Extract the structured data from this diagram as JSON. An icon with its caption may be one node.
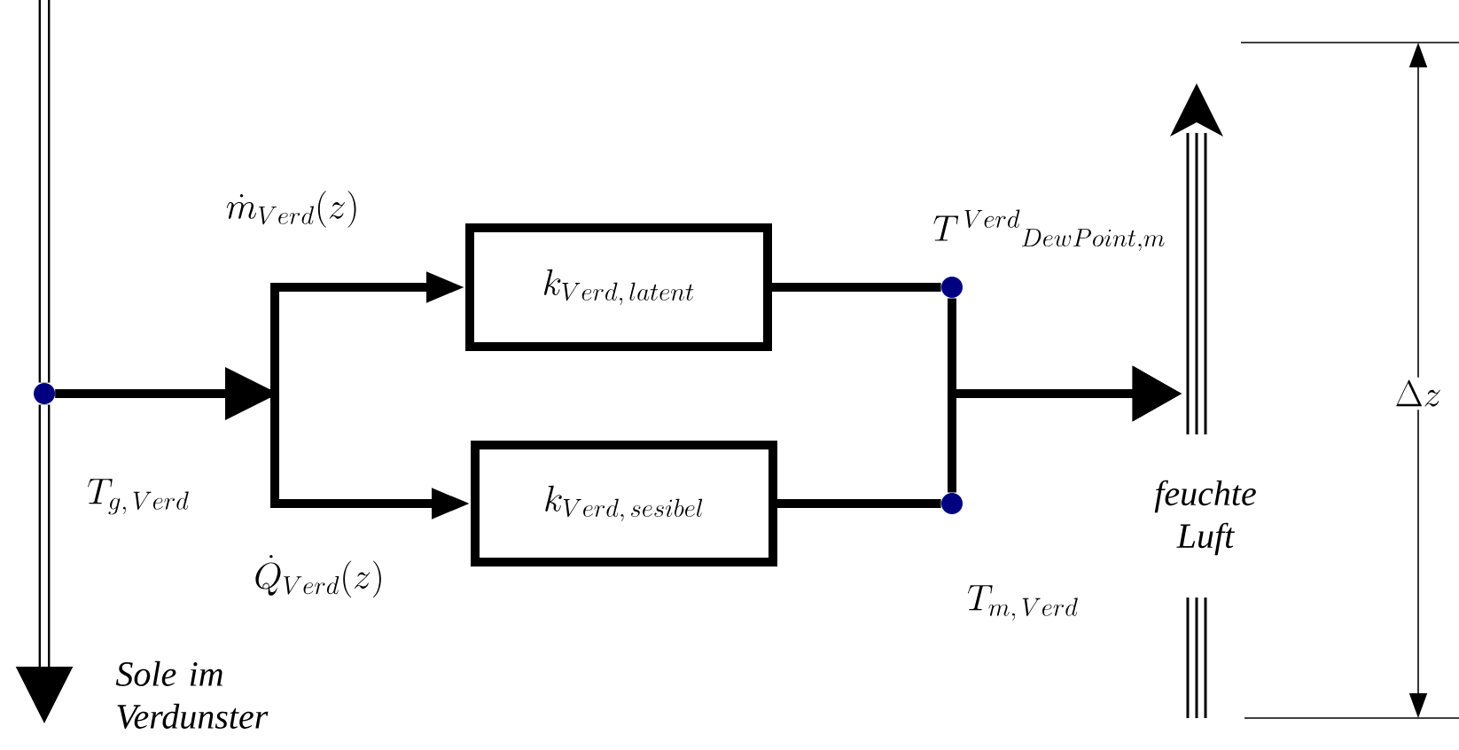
{
  "diagram": {
    "nodes": [
      {
        "text": [],
        "shape": "circle"
      },
      {
        "text": [
          "k_{Verd,\\,latent}"
        ]
      },
      {
        "text": [
          "k_{Verd,\\,sesibel}"
        ]
      },
      {
        "text": [],
        "shape": "circle"
      },
      {
        "text": [],
        "shape": "circle"
      },
      {
        "text": [
          "feuchte Luft"
        ]
      }
    ],
    "edges": [
      {
        "from": 0,
        "to": 1,
        "arrow": "to",
        "label": "\\dot{m}_{Verd}(z)"
      },
      {
        "from": 0,
        "to": 2,
        "arrow": "to",
        "label": "\\dot{Q}_{Verd}(z)"
      },
      {
        "from": 1,
        "to": 3,
        "arrow": "none"
      },
      {
        "from": 2,
        "to": 4,
        "arrow": "none"
      },
      {
        "from": 3,
        "to": 5,
        "arrow": "to"
      },
      {
        "from": 4,
        "to": 5,
        "arrow": "to"
      },
      {
        "from": null,
        "to": 0,
        "arrow": "none"
      },
      {
        "from": 0,
        "to": null,
        "arrow": "to"
      }
    ],
    "labels": [
      "T_{g,\\,Verd}",
      "T^{\\,Verd}{}_{DewPoint,m}",
      "T_{m,\\,Verd}",
      "Sole im Verdunster",
      "\\Delta z"
    ]
  }
}
